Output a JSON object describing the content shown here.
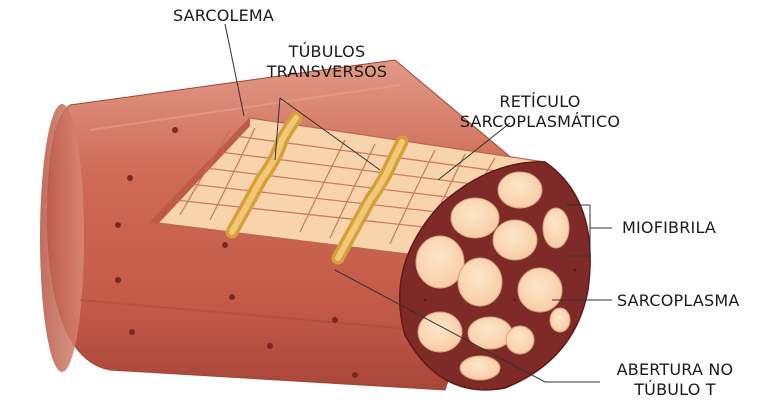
{
  "labels": {
    "sarcolema": "SARCOLEMA",
    "tubulos_line1": "TÚBULOS",
    "tubulos_line2": "TRANSVERSOS",
    "reticulo_line1": "RETÍCULO",
    "reticulo_line2": "SARCOPLASMÁTICO",
    "miofibrila": "MIOFIBRILA",
    "sarcoplasma": "SARCOPLASMA",
    "abertura_line1": "ABERTURA NO",
    "abertura_line2": "TÚBULO T"
  },
  "colors": {
    "muscle": "#c9614f",
    "muscle_dark": "#a9473a",
    "muscle_light": "#e0917c",
    "reticulum": "#f8d8b2",
    "tubule": "#e6b44e",
    "myofibril": "#fbdcb8",
    "sarcoplasm": "#7e2a26"
  },
  "icons": {
    "diagram": "muscle-fiber-diagram"
  }
}
